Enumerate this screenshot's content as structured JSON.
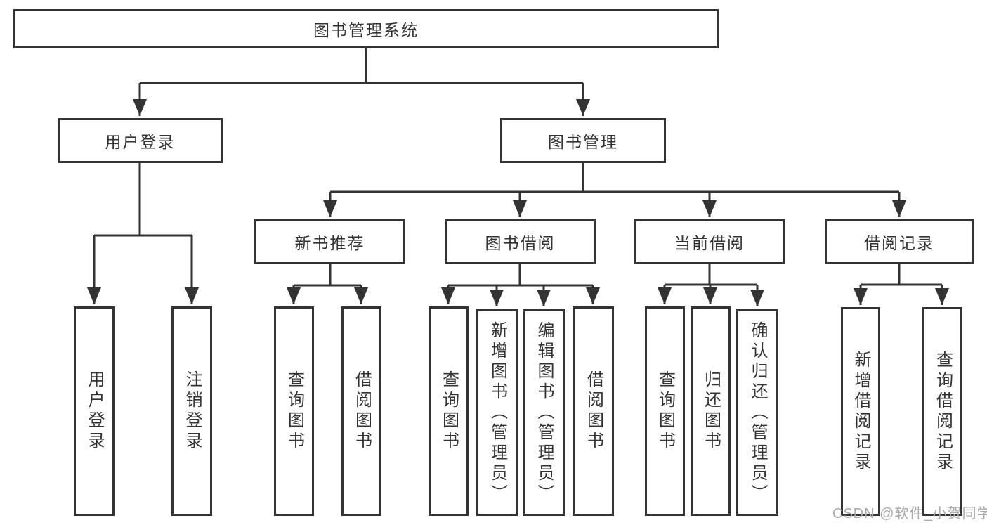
{
  "tree": {
    "root": {
      "label": "图书管理系统",
      "children": [
        {
          "label": "用户登录",
          "children": [
            {
              "label": "用户登录"
            },
            {
              "label": "注销登录"
            }
          ]
        },
        {
          "label": "图书管理",
          "children": [
            {
              "label": "新书推荐",
              "children": [
                {
                  "label": "查询图书"
                },
                {
                  "label": "借阅图书"
                }
              ]
            },
            {
              "label": "图书借阅",
              "children": [
                {
                  "label": "查询图书"
                },
                {
                  "label": "新增图书（管理员）"
                },
                {
                  "label": "编辑图书（管理员）"
                },
                {
                  "label": "借阅图书"
                }
              ]
            },
            {
              "label": "当前借阅",
              "children": [
                {
                  "label": "查询图书"
                },
                {
                  "label": "归还图书"
                },
                {
                  "label": "确认归还（管理员）"
                }
              ]
            },
            {
              "label": "借阅记录",
              "children": [
                {
                  "label": "新增借阅记录"
                },
                {
                  "label": "查询借阅记录"
                }
              ]
            }
          ]
        }
      ]
    }
  },
  "watermark": {
    "text": "CSDN @软件_小贺同学"
  },
  "colors": {
    "line": "#333333",
    "text": "#333333",
    "watermark": "#a9a9a9",
    "background": "#ffffff"
  }
}
